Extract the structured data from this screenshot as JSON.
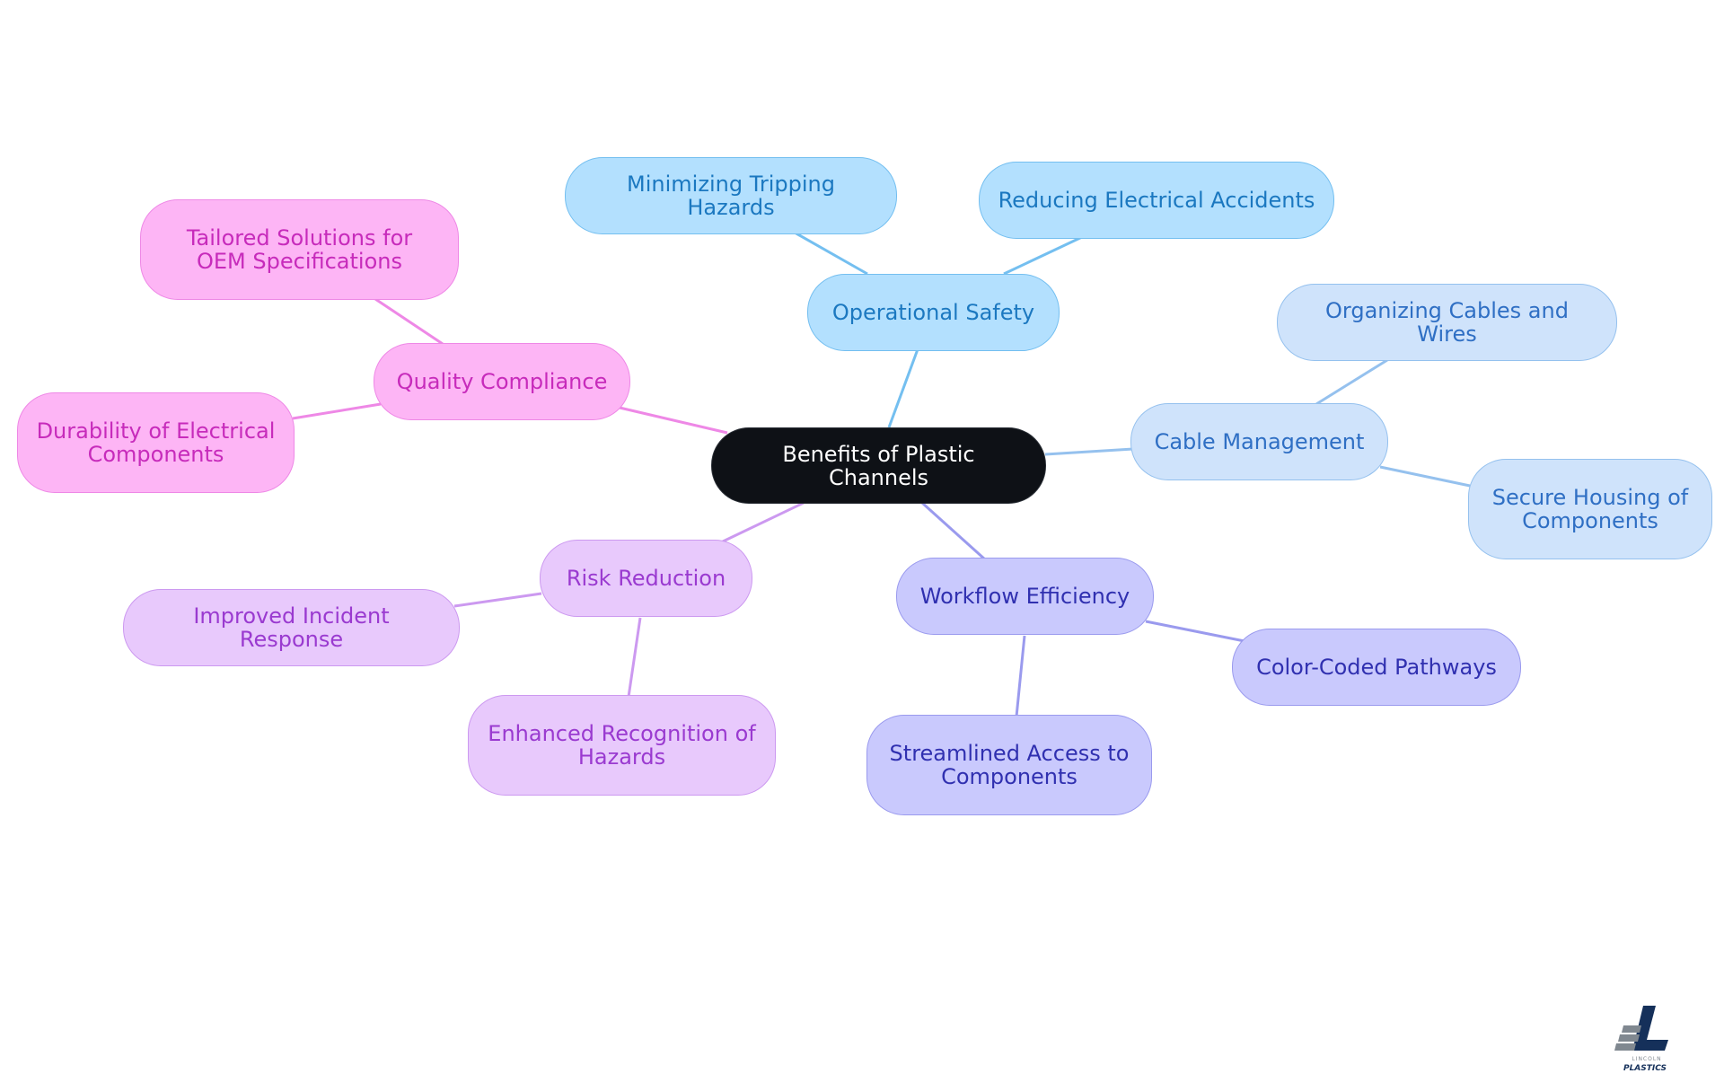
{
  "diagram": {
    "root": "Benefits of Plastic Channels",
    "branches": {
      "operational_safety": {
        "label": "Operational Safety",
        "children": [
          "Minimizing Tripping Hazards",
          "Reducing Electrical Accidents"
        ]
      },
      "quality_compliance": {
        "label": "Quality Compliance",
        "children": [
          "Tailored Solutions for OEM Specifications",
          "Durability of Electrical Components"
        ]
      },
      "cable_management": {
        "label": "Cable Management",
        "children": [
          "Organizing Cables and Wires",
          "Secure Housing of Components"
        ]
      },
      "risk_reduction": {
        "label": "Risk Reduction",
        "children": [
          "Improved Incident Response",
          "Enhanced Recognition of Hazards"
        ]
      },
      "workflow_efficiency": {
        "label": "Workflow Efficiency",
        "children": [
          "Color-Coded Pathways",
          "Streamlined Access to Components"
        ]
      }
    },
    "colors": {
      "root": "#0e1116",
      "operational_safety": "#b3e0fe",
      "quality_compliance": "#fdb5f5",
      "cable_management": "#cfe3fb",
      "risk_reduction": "#e8c9fc",
      "workflow_efficiency": "#c9c9fd"
    }
  },
  "logo": {
    "text_top": "LINCOLN",
    "text_bottom": "PLASTICS"
  }
}
